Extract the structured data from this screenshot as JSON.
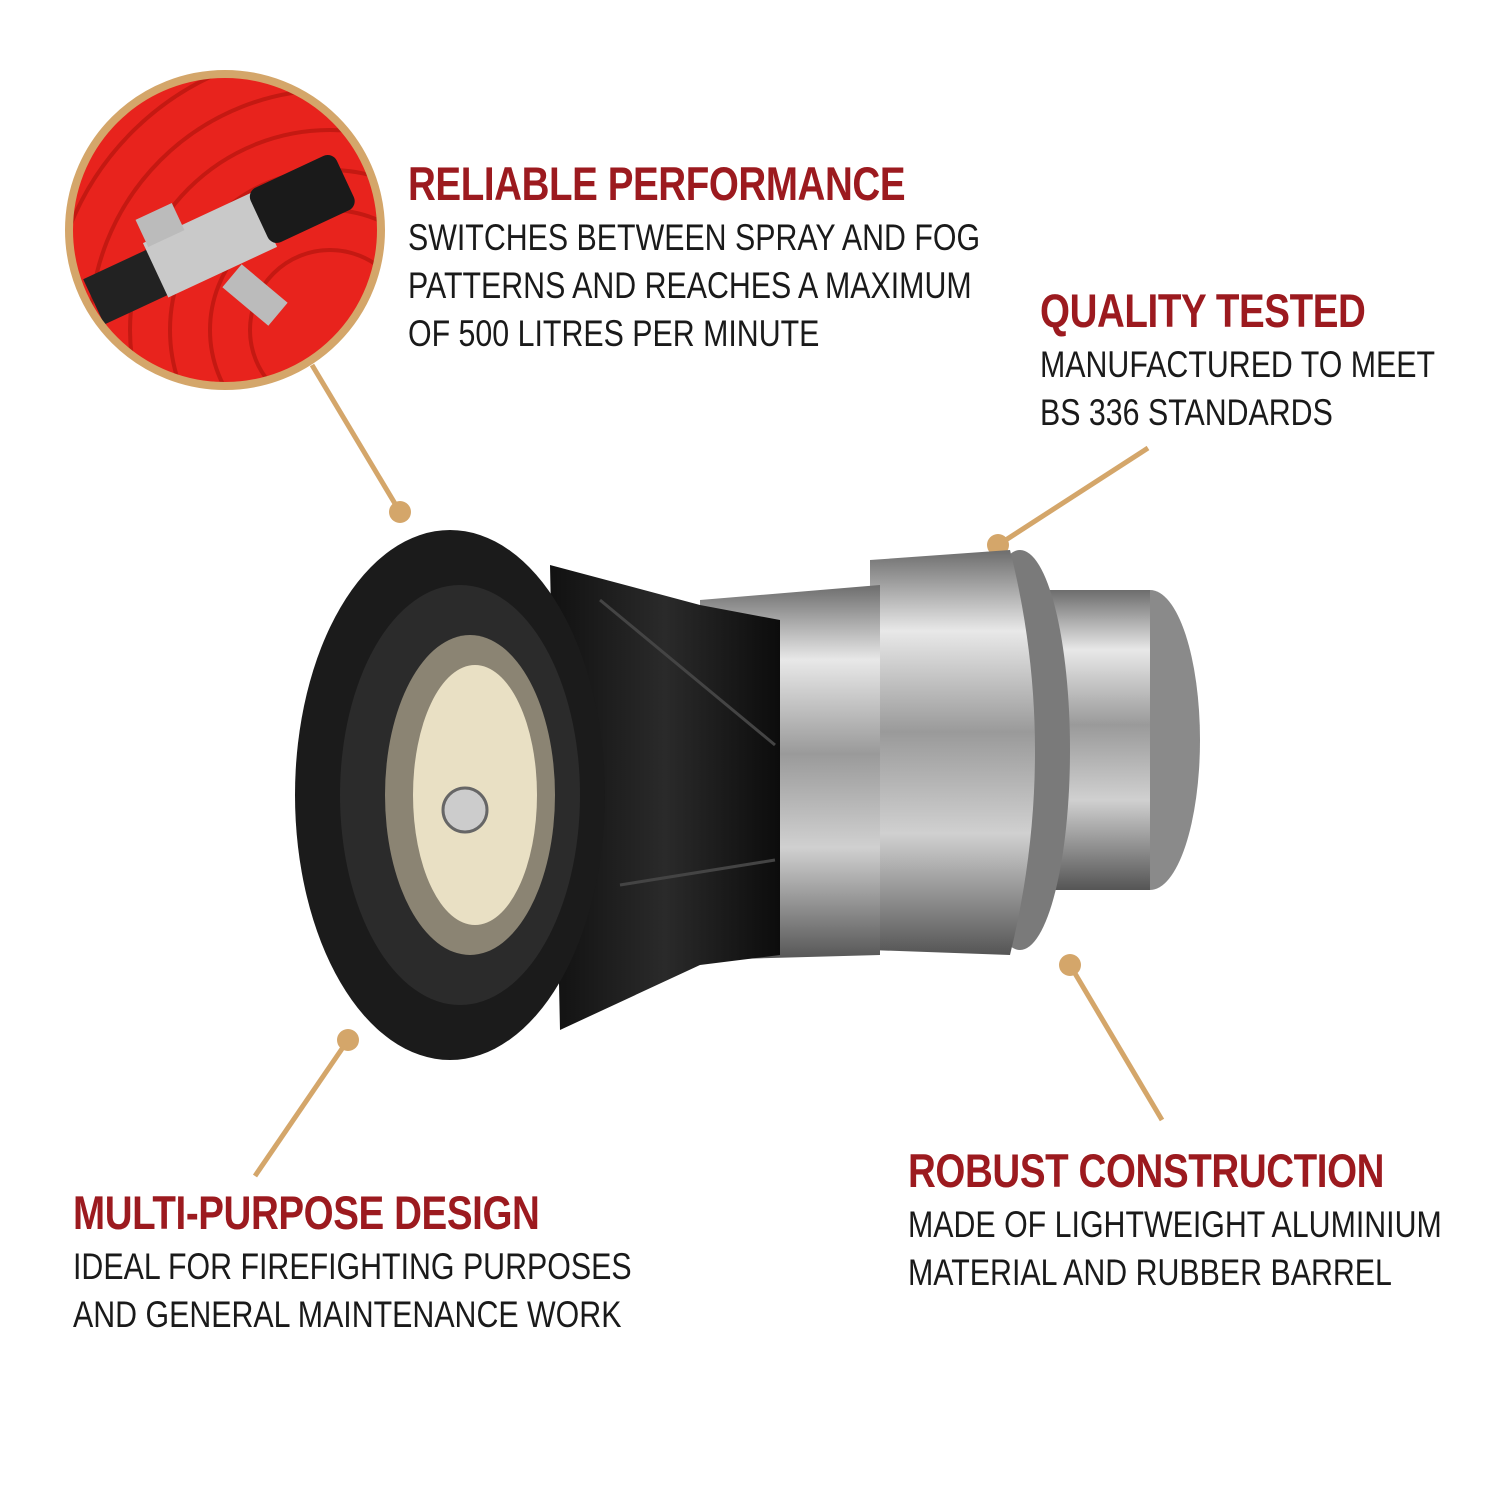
{
  "accent_color": "#9c1a1f",
  "connector_color": "#d4a66a",
  "features": [
    {
      "heading": "RELIABLE PERFORMANCE",
      "lines": [
        "SWITCHES BETWEEN SPRAY AND FOG",
        "PATTERNS AND REACHES A MAXIMUM",
        "OF 500 LITRES PER MINUTE"
      ]
    },
    {
      "heading": "QUALITY TESTED",
      "lines": [
        "MANUFACTURED TO MEET",
        "BS 336 STANDARDS"
      ]
    },
    {
      "heading": "MULTI-PURPOSE DESIGN",
      "lines": [
        "IDEAL FOR FIREFIGHTING PURPOSES",
        "AND GENERAL MAINTENANCE WORK"
      ]
    },
    {
      "heading": "ROBUST CONSTRUCTION",
      "lines": [
        "MADE OF LIGHTWEIGHT ALUMINIUM",
        "MATERIAL AND RUBBER BARREL"
      ]
    }
  ]
}
